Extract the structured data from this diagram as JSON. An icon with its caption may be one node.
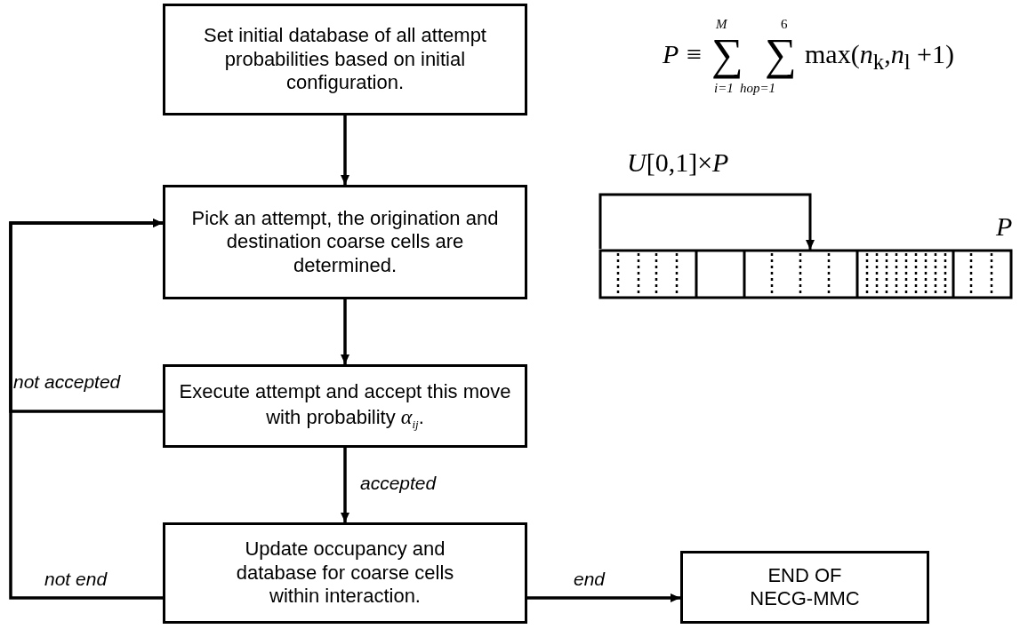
{
  "diagram": {
    "nodes": [
      {
        "text": [
          "Set initial database of all attempt probabilities based on initial configuration."
        ]
      },
      {
        "text": [
          "Pick an attempt, the origination and destination coarse cells are determined."
        ]
      },
      {
        "text": [
          "Execute attempt and accept this move with probability *α*$_{ij}$."
        ]
      },
      {
        "text": [
          "Update occupancy and database for coarse cells within interaction."
        ]
      },
      {
        "text": [
          "END OF NECG-MMC"
        ]
      }
    ],
    "edges": [
      {
        "from": 0,
        "to": 1,
        "arrow": "to"
      },
      {
        "from": 1,
        "to": 2,
        "arrow": "to"
      },
      {
        "from": 2,
        "to": 3,
        "arrow": "to",
        "label": "accepted"
      },
      {
        "from": 3,
        "to": 4,
        "arrow": "to",
        "label": "end"
      },
      {
        "from": 2,
        "to": 1,
        "arrow": "to",
        "label": "not accepted"
      },
      {
        "from": 3,
        "to": 1,
        "arrow": "to",
        "label": "not end"
      }
    ],
    "labels": [
      "P ≡",
      "∑",
      "M",
      "i=1",
      "∑",
      "6",
      "hop=1",
      "max(*n*$_{k}$,*n*$_{l}$ +1)",
      "*U*[0,1]×*P*",
      "P"
    ]
  }
}
